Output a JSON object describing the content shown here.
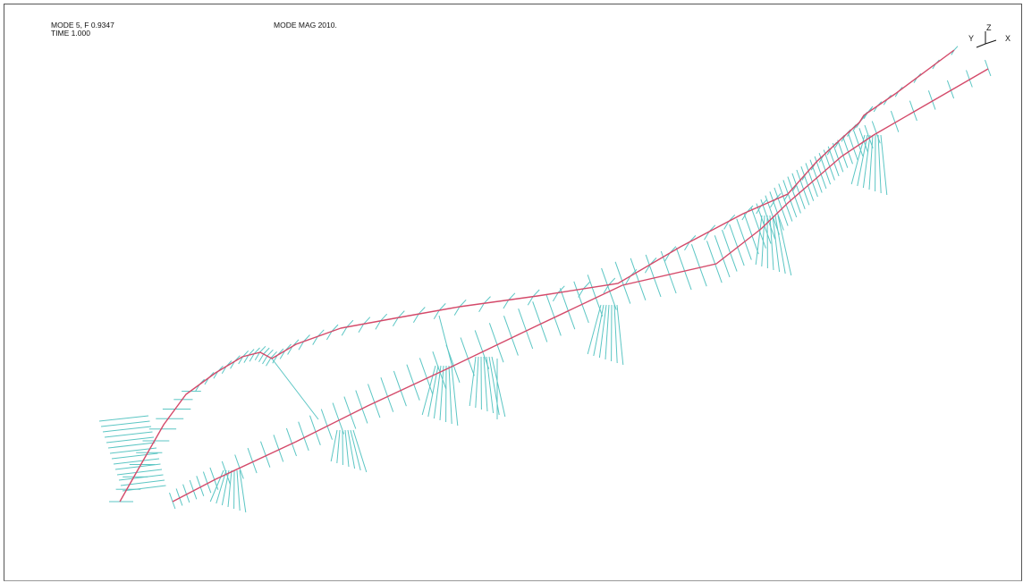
{
  "header": {
    "mode_line": "MODE 5, F 0.9347",
    "time_line": "TIME 1.000",
    "magnification": "MODE MAG 2010."
  },
  "triad": {
    "z": "Z",
    "y": "Y",
    "x": "X"
  },
  "colors": {
    "deformed": "#d44a6a",
    "undeformed": "#5cc6c4"
  }
}
